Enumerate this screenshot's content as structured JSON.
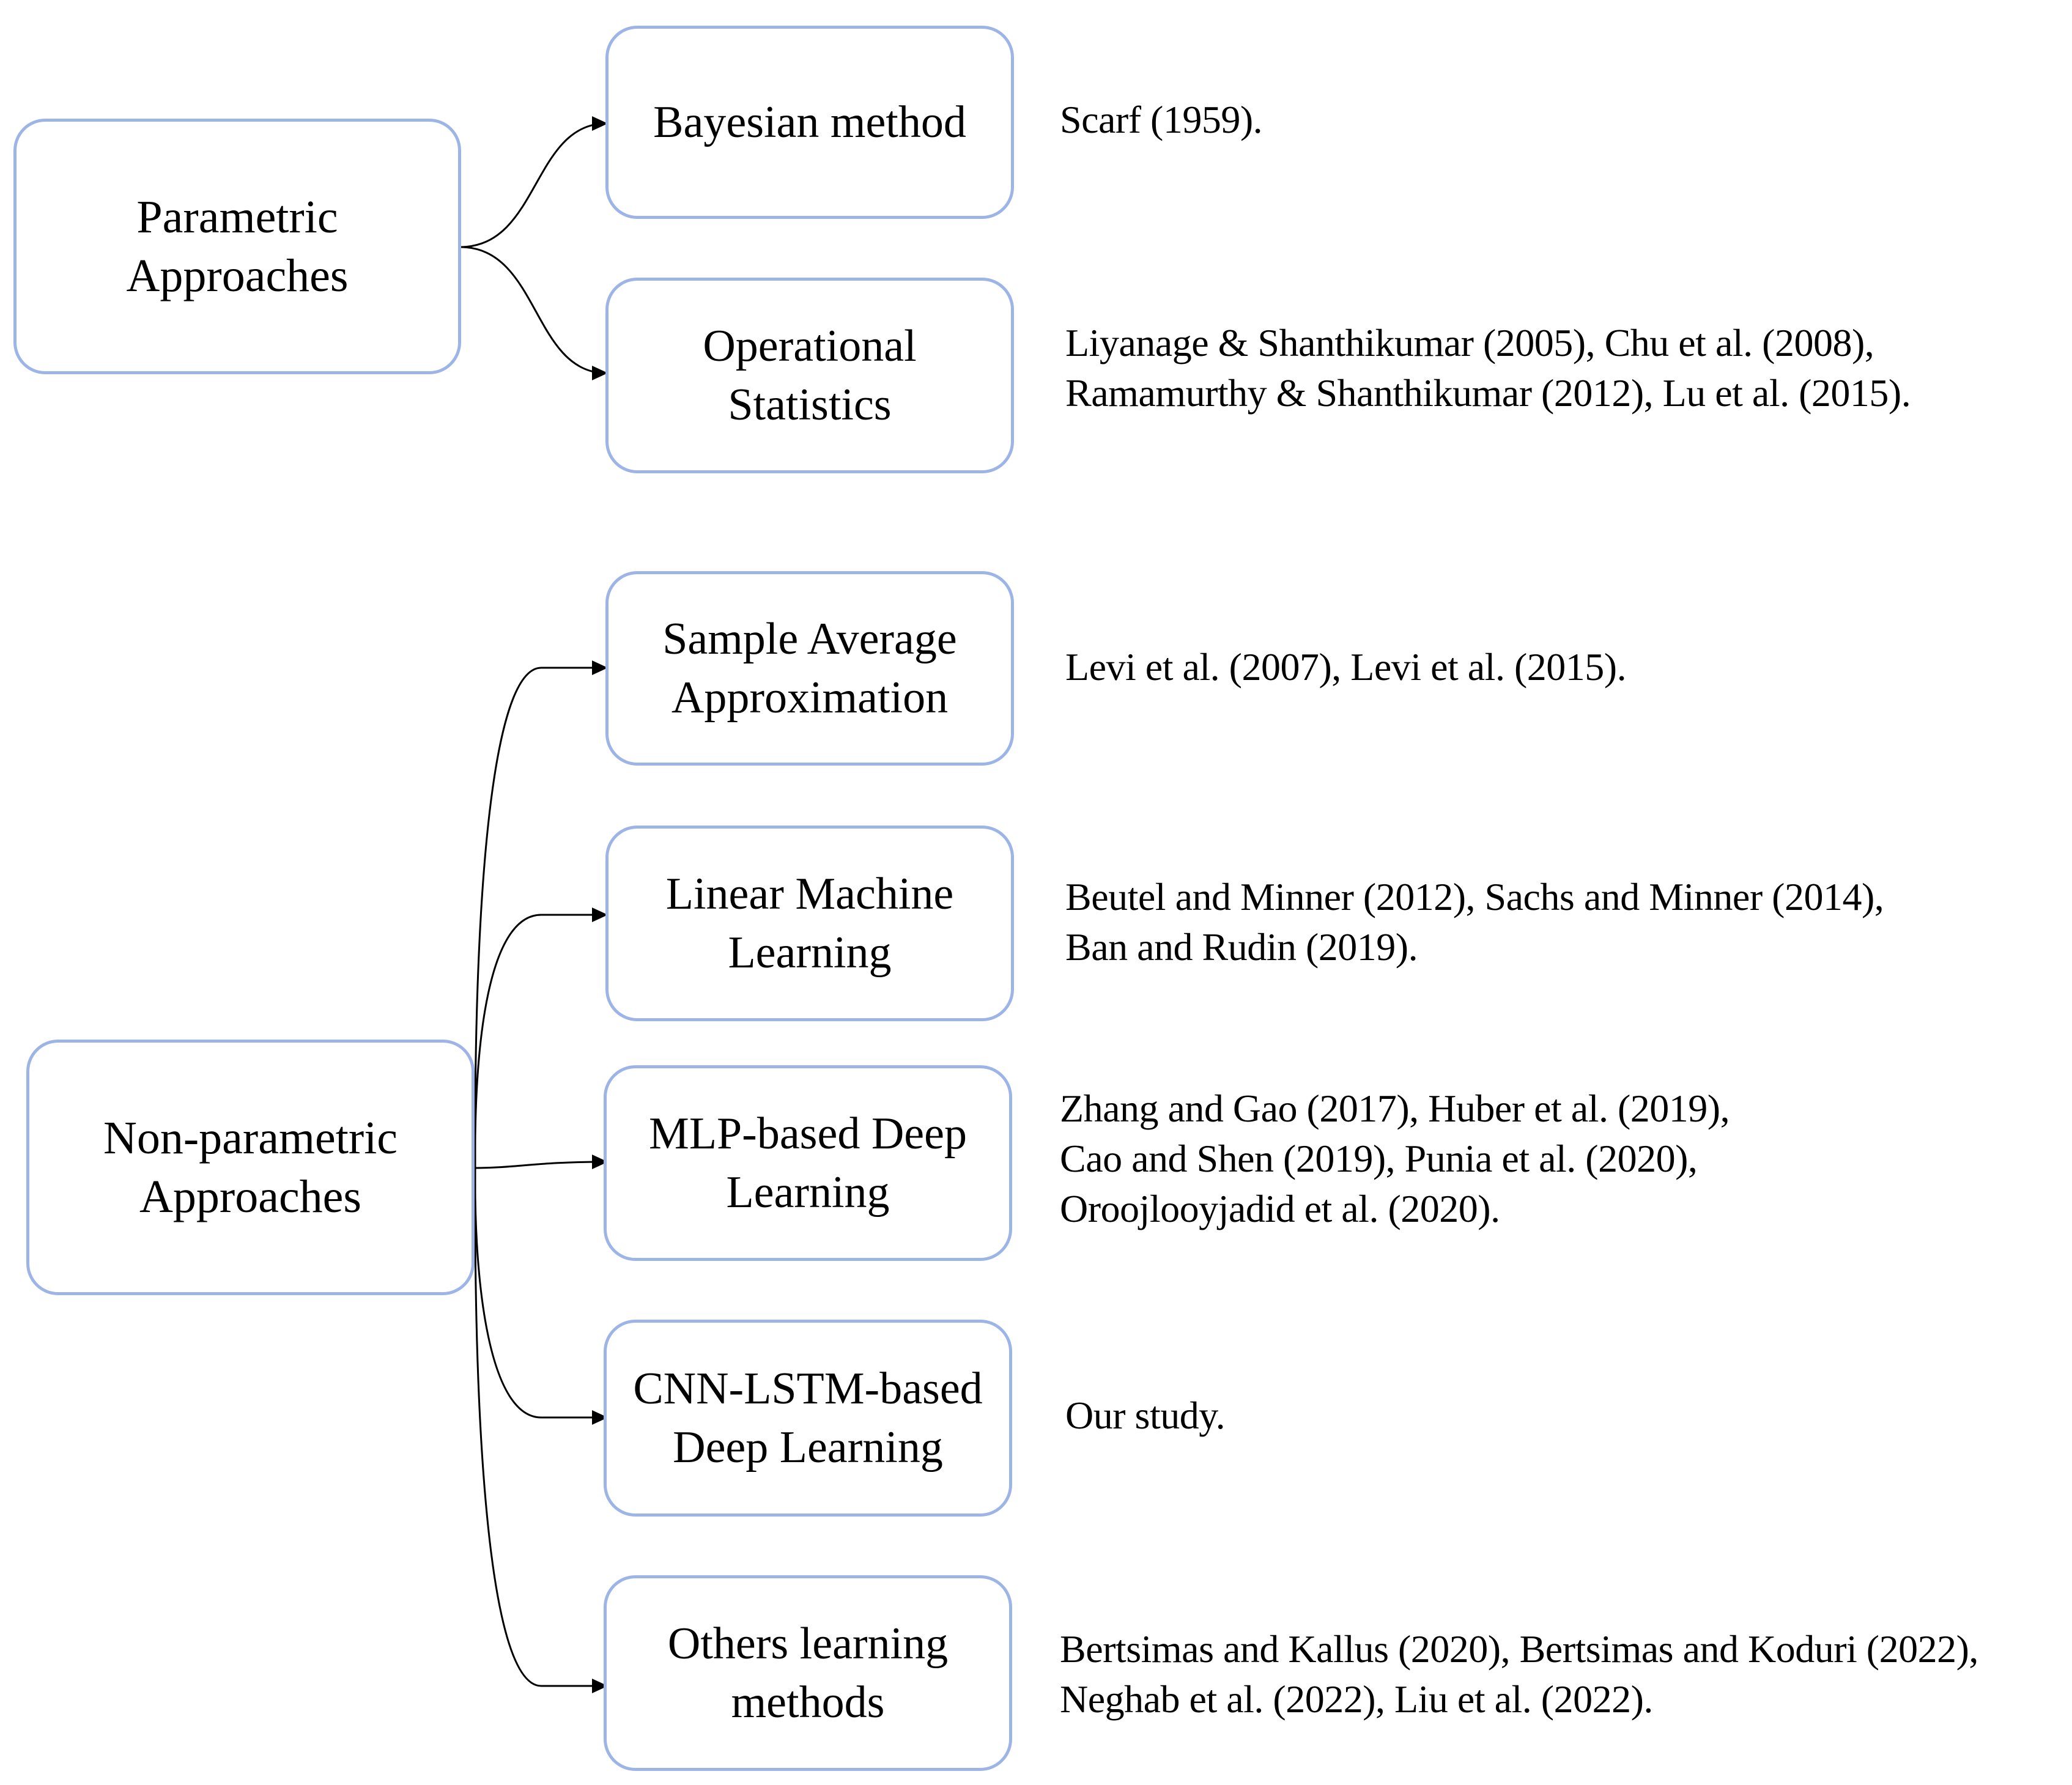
{
  "diagram": {
    "parametric": {
      "root_label": "Parametric\nApproaches",
      "methods": [
        {
          "label": "Bayesian  method",
          "refs": [
            "Scarf (1959)."
          ]
        },
        {
          "label": "Operational\nStatistics",
          "refs": [
            "Liyanage & Shanthikumar (2005),  Chu et al. (2008),",
            "Ramamurthy & Shanthikumar (2012), Lu et al. (2015)."
          ]
        }
      ]
    },
    "non_parametric": {
      "root_label": "Non-parametric\nApproaches",
      "methods": [
        {
          "label": "Sample Average\nApproximation",
          "refs": [
            "Levi et al. (2007), Levi et al. (2015)."
          ]
        },
        {
          "label": "Linear Machine\nLearning",
          "refs": [
            "Beutel and Minner (2012), Sachs and Minner (2014),",
            "Ban and Rudin (2019)."
          ]
        },
        {
          "label": "MLP-based  Deep\nLearning",
          "refs": [
            "Zhang and Gao (2017), Huber et al. (2019),",
            "Cao and Shen (2019), Punia et al. (2020),",
            "Oroojlooyjadid et al. (2020)."
          ]
        },
        {
          "label": "CNN-LSTM-based\nDeep Learning",
          "refs": [
            "Our study."
          ]
        },
        {
          "label": "Others  learning\nmethods",
          "refs": [
            "Bertsimas and Kallus (2020), Bertsimas and Koduri (2022),",
            "Neghab et al. (2022), Liu et al. (2022)."
          ]
        }
      ]
    },
    "colors": {
      "box_border": "#9db4e6",
      "connector": "#000000",
      "text": "#000000"
    }
  }
}
